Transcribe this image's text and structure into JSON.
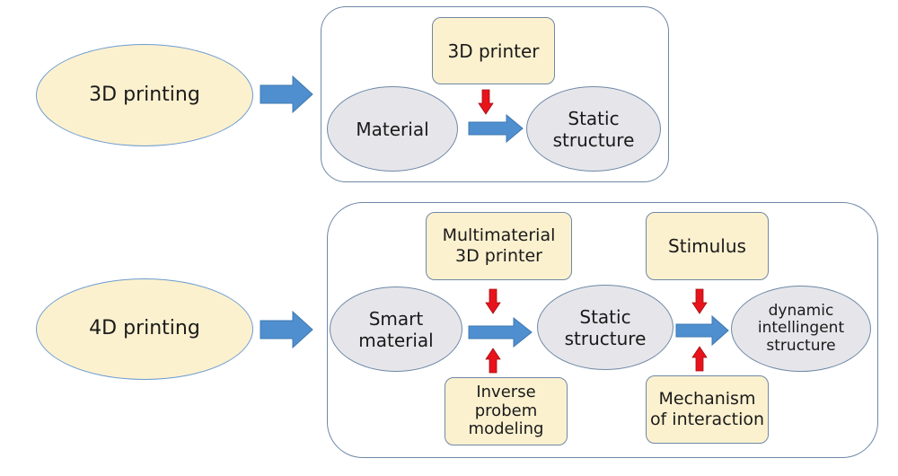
{
  "colors": {
    "yellow_fill": "#fcf1cf",
    "grey_fill": "#e6e6ea",
    "border": "#6e88a6",
    "blue_arrow": "#4f8fcf",
    "red_arrow": "#e8131b"
  },
  "row_3d": {
    "source": "3D printing",
    "printer": "3D printer",
    "input": "Material",
    "output": "Static\nstructure"
  },
  "row_4d": {
    "source": "4D printing",
    "printer": "Multimaterial\n3D printer",
    "modeling": "Inverse\nprobem\nmodeling",
    "input": "Smart\nmaterial",
    "middle": "Static\nstructure",
    "stimulus": "Stimulus",
    "mechanism": "Mechanism\nof interaction",
    "output": "dynamic\nintellingent\nstructure"
  }
}
